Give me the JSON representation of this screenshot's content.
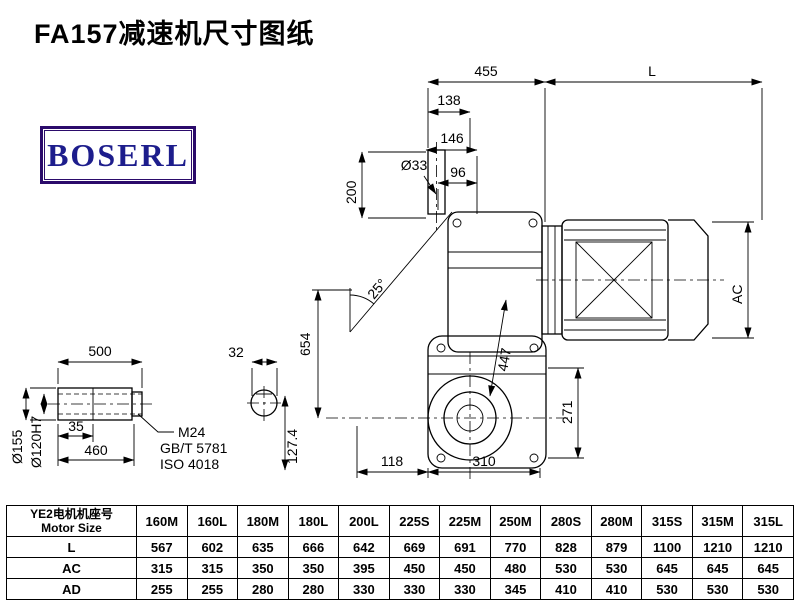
{
  "page": {
    "title": "FA157减速机尺寸图纸",
    "logo": "BOSERL"
  },
  "drawing": {
    "dims": {
      "d455": "455",
      "dL": "L",
      "d138": "138",
      "d146": "146",
      "d96": "96",
      "d33": "Ø33",
      "d200": "200",
      "d25": "25°",
      "d654": "654",
      "d447": "447",
      "dAC": "AC",
      "d271": "271",
      "d118": "118",
      "d310": "310",
      "d500": "500",
      "d32": "32",
      "d35": "35",
      "d460": "460",
      "d155": "Ø155",
      "d120": "Ø120H7",
      "m24": "M24",
      "gbt": "GB/T 5781",
      "iso": "ISO 4018",
      "d127": "127.4"
    }
  },
  "table": {
    "header_cn": "YE2电机机座号",
    "header_en": "Motor Size",
    "columns": [
      "160M",
      "160L",
      "180M",
      "180L",
      "200L",
      "225S",
      "225M",
      "250M",
      "280S",
      "280M",
      "315S",
      "315M",
      "315L"
    ],
    "rows": [
      {
        "label": "L",
        "values": [
          "567",
          "602",
          "635",
          "666",
          "642",
          "669",
          "691",
          "770",
          "828",
          "879",
          "1100",
          "1210",
          "1210"
        ]
      },
      {
        "label": "AC",
        "values": [
          "315",
          "315",
          "350",
          "350",
          "395",
          "450",
          "450",
          "480",
          "530",
          "530",
          "645",
          "645",
          "645"
        ]
      },
      {
        "label": "AD",
        "values": [
          "255",
          "255",
          "280",
          "280",
          "330",
          "330",
          "330",
          "345",
          "410",
          "410",
          "530",
          "530",
          "530"
        ]
      }
    ]
  }
}
